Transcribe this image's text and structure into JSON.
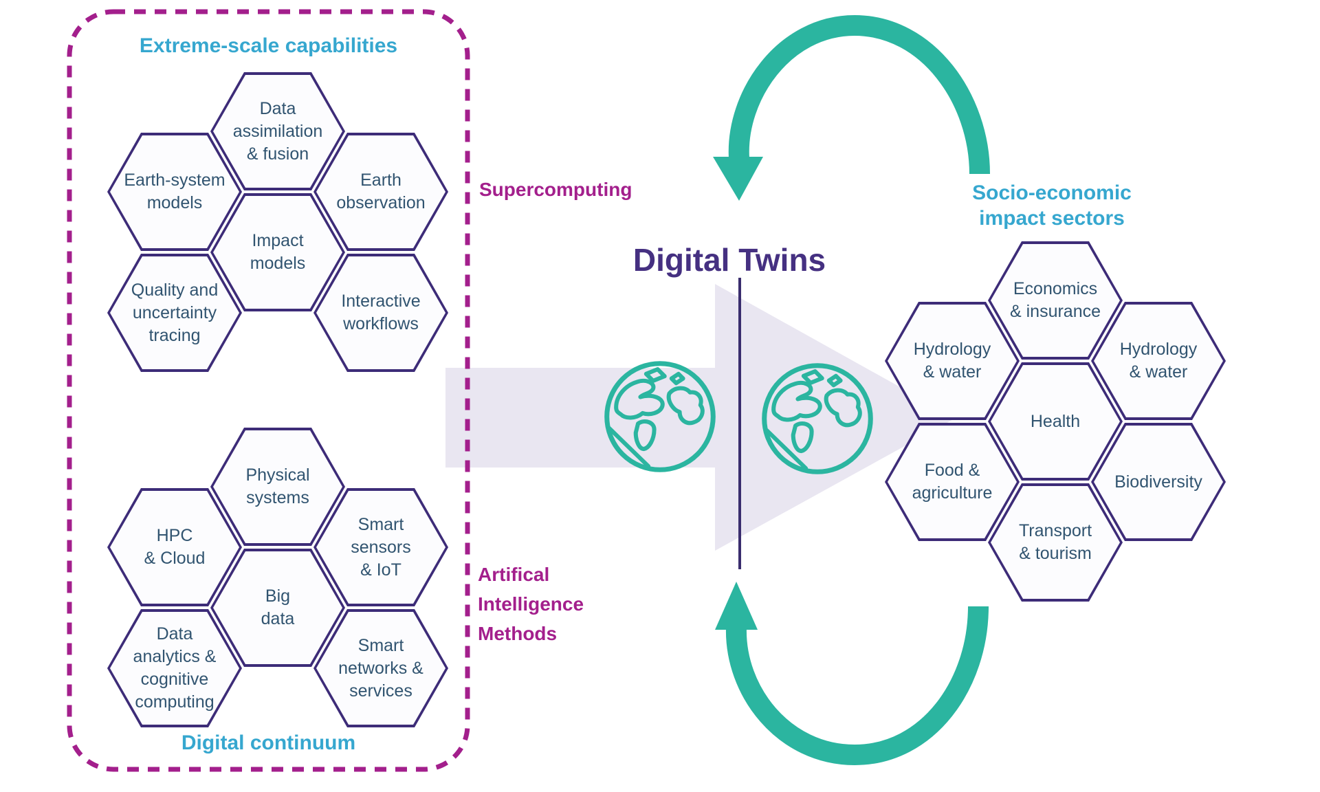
{
  "title": "Digital Twins",
  "headings": {
    "extreme_scale": "Extreme-scale capabilities",
    "digital_continuum": "Digital continuum",
    "supercomputing": "Supercomputing",
    "ai_methods": "Artifical\nIntelligence\nMethods",
    "socio_economic": "Socio-economic\nimpact sectors"
  },
  "clusters": {
    "extreme_scale": {
      "hexagons": [
        "Data\nassimilation\n& fusion",
        "Earth-system\nmodels",
        "Earth\nobservation",
        "Impact\nmodels",
        "Quality and\nuncertainty\ntracing",
        "Interactive\nworkflows"
      ]
    },
    "digital_continuum": {
      "hexagons": [
        "Physical\nsystems",
        "HPC\n& Cloud",
        "Smart\nsensors\n& IoT",
        "Big\ndata",
        "Data\nanalytics &\ncognitive\ncomputing",
        "Smart\nnetworks &\nservices"
      ]
    },
    "socio_economic": {
      "hexagons": [
        "Economics\n& insurance",
        "Hydrology\n& water",
        "Hydrology\n& water",
        "Health",
        "Food &\nagriculture",
        "Biodiversity",
        "Transport\n& tourism"
      ]
    }
  },
  "colors": {
    "teal": "#2BB5A0",
    "cyan": "#36A7CF",
    "magenta": "#A31F8C",
    "title_purple": "#453081",
    "hexagon_border": "#3D2C78",
    "hexagon_text": "#315470",
    "arrow_fill": "#E9E6F1"
  },
  "icons": {
    "globe-icon": "earth globe with continents (teal outline)",
    "cycle-arrow-top-icon": "semicircular arrow curving over the top, arrowhead pointing down",
    "cycle-arrow-bottom-icon": "semicircular arrow curving under the bottom, arrowhead pointing up"
  }
}
